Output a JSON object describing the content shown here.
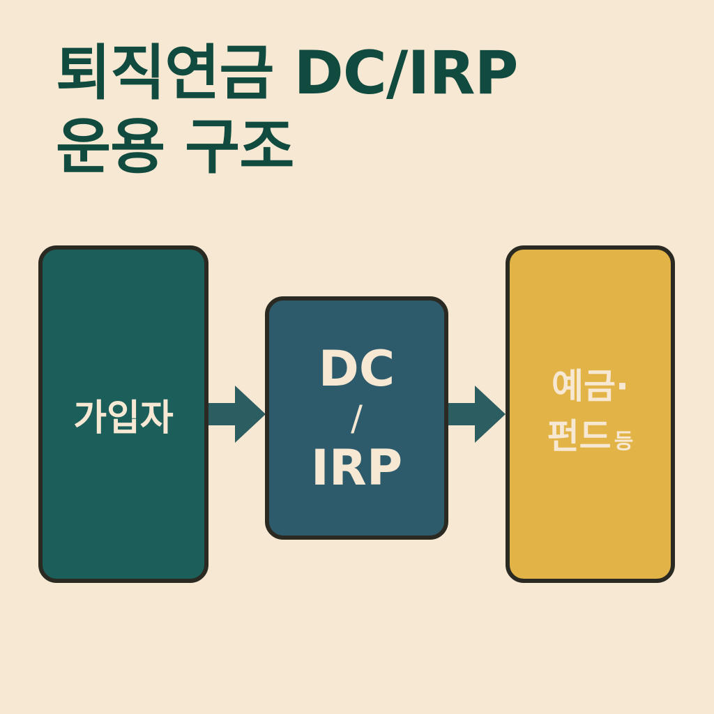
{
  "title": {
    "line1": "퇴직연금 DC/IRP",
    "line2": "운용 구조"
  },
  "nodes": {
    "member": {
      "label": "가입자"
    },
    "dcirp": {
      "line1": "DC",
      "line2": "/",
      "line3": "IRP"
    },
    "assets": {
      "line1": "예금·",
      "line2": "펀드",
      "suffix": "등"
    }
  },
  "colors": {
    "background": "#f6e8d3",
    "title": "#114a3e",
    "member_box": "#1c5f5a",
    "dcirp_box": "#2e5b6b",
    "assets_box": "#e2b347",
    "arrow": "#2c5d60",
    "border": "#2a2a22",
    "box_text": "#f6e8d3"
  },
  "edges": [
    {
      "from": "member",
      "to": "dcirp"
    },
    {
      "from": "dcirp",
      "to": "assets"
    }
  ]
}
